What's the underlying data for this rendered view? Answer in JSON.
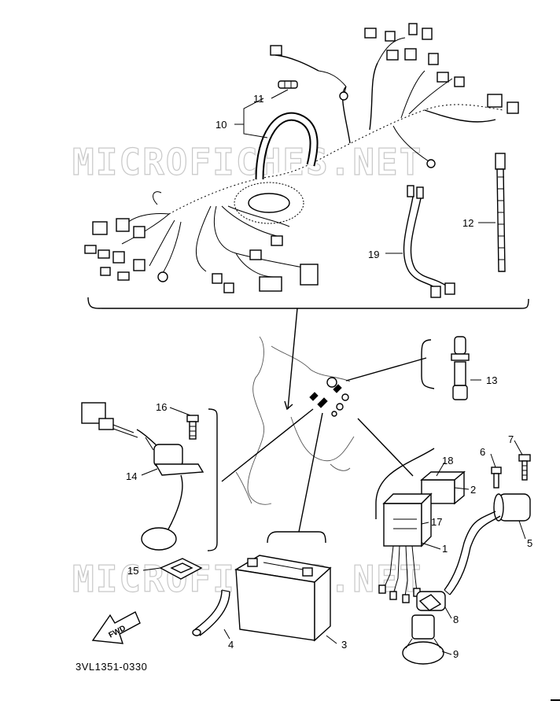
{
  "watermark": "MICROFICHES.NET",
  "diagram_code": "3VL1351-0330",
  "fwd_label": "FWD",
  "callouts": {
    "c1": "1",
    "c2": "2",
    "c3": "3",
    "c4": "4",
    "c5": "5",
    "c6": "6",
    "c7": "7",
    "c8": "8",
    "c9": "9",
    "c10": "10",
    "c11": "11",
    "c12": "12",
    "c13": "13",
    "c14": "14",
    "c15": "15",
    "c16": "16",
    "c17": "17",
    "c18": "18",
    "c19": "19"
  }
}
